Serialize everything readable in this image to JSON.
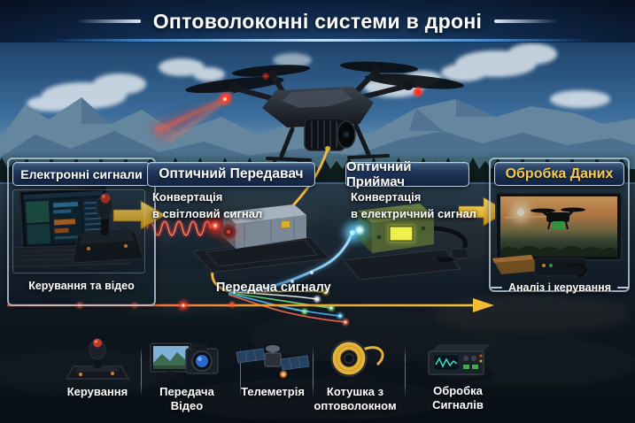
{
  "title": "Оптоволоконні системи в дроні",
  "pipeline": {
    "source": {
      "header": "Електронні сигнали",
      "caption": "Керування та відео"
    },
    "transmitter": {
      "header": "Оптичний Передавач",
      "note": "Конвертація\nв світловий сигнал"
    },
    "receiver": {
      "header": "Оптичний Приймач",
      "note": "Конвертація\nв електричний сигнал"
    },
    "processing": {
      "header": "Обробка Даних",
      "caption": "Аналіз і керування"
    },
    "link_label": "Передача сигналу"
  },
  "legend": [
    {
      "icon": "joystick-icon",
      "label": "Керування"
    },
    {
      "icon": "video-transmission-icon",
      "label": "Передача Відео"
    },
    {
      "icon": "satellite-icon",
      "label": "Телеметрія"
    },
    {
      "icon": "fiber-spool-icon",
      "label": "Котушка з\nоптоволокном"
    },
    {
      "icon": "signal-processor-icon",
      "label": "Обробка Сигналів"
    }
  ],
  "colors": {
    "accent_gold": "#f2b52b",
    "laser_red": "#ff3a22",
    "fiber_blue": "#55b9ff",
    "fiber_green": "#5ef07a",
    "header_gold_text": "#f8cb4f",
    "panel_border": "#b9cfe4",
    "panel_navy": "#16294a",
    "sky_blue": "#3c6d9c"
  }
}
